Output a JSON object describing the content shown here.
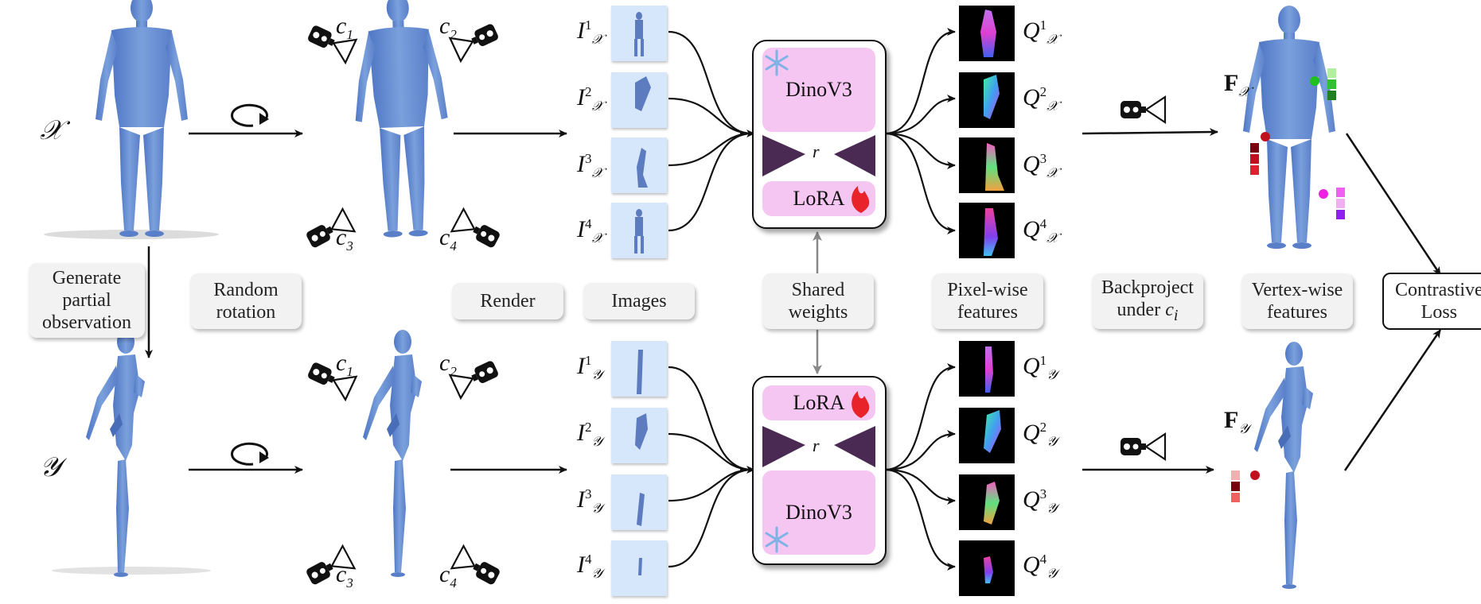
{
  "colors": {
    "mesh": "#6a8fd0",
    "lora_bg": "#f6c6f3",
    "image_bg": "#d6e6fb",
    "trapezoid": "#4a2a52",
    "flame": "#e8242a",
    "snowflake": "#7fb3e6"
  },
  "symbols": {
    "shape_full": "𝒳",
    "shape_partial": "𝒴",
    "rotate_icon": "rotate-arrow-icon",
    "camera_icon": "camera-icon"
  },
  "cameras": [
    "c",
    "c",
    "c",
    "c"
  ],
  "camera_indices": [
    "1",
    "2",
    "3",
    "4"
  ],
  "labels": {
    "generate_partial": "Generate\npartial\nobservation",
    "random_rotation": "Random\nrotation",
    "render": "Render",
    "images": "Images",
    "shared_weights": "Shared\nweights",
    "pixel_wise": "Pixel-wise\nfeatures",
    "backproject_prefix": "Backproject\nunder ",
    "backproject_cam": "c",
    "backproject_cam_idx": "i",
    "vertex_wise": "Vertex-wise\nfeatures",
    "contrastive": "Contrastive\nLoss"
  },
  "network": {
    "top": {
      "backbone": "DinoV3",
      "adapter": "LoRA",
      "rank": "r"
    },
    "bottom": {
      "backbone": "DinoV3",
      "adapter": "LoRA",
      "rank": "r"
    }
  },
  "images_top": {
    "letter": "I",
    "sub": "𝒳",
    "indices": [
      "1",
      "2",
      "3",
      "4"
    ]
  },
  "images_bottom": {
    "letter": "I",
    "sub": "𝒴",
    "indices": [
      "1",
      "2",
      "3",
      "4"
    ]
  },
  "features_top": {
    "letter": "Q",
    "sub": "𝒳",
    "indices": [
      "1",
      "2",
      "3",
      "4"
    ]
  },
  "features_bottom": {
    "letter": "Q",
    "sub": "𝒴",
    "indices": [
      "1",
      "2",
      "3",
      "4"
    ]
  },
  "vertex_features": {
    "top": "F",
    "top_sub": "𝒳",
    "bottom": "F",
    "bottom_sub": "𝒴"
  }
}
